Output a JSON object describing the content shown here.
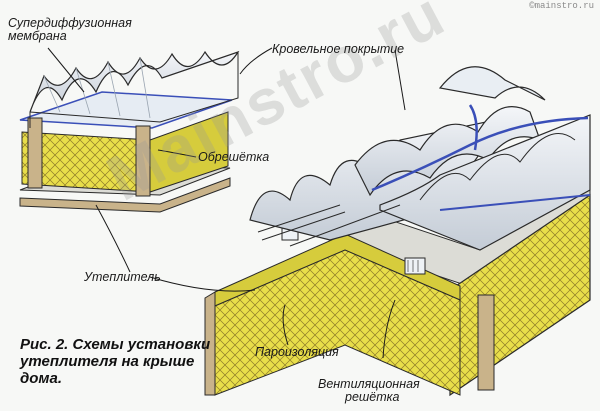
{
  "watermark": {
    "site": "©mainstro.ru",
    "big": "Mainstro.ru"
  },
  "labels": {
    "membrane_line1": "Супердиффузионная",
    "membrane_line2": "мембрана",
    "roofing": "Кровельное покрытие",
    "batten": "Обрешётка",
    "insulation": "Утеплитель",
    "vapor_barrier": "Пароизоляция",
    "vent_line1": "Вентиляционная",
    "vent_line2": "решётка"
  },
  "caption": {
    "line1": "Рис. 2. Схемы установки",
    "line2": "утеплителя на крыше",
    "line3": "дома."
  },
  "colors": {
    "insulation": "#e8de4a",
    "sheet": "#eef2f6",
    "sheet_shade": "#b9c3cf",
    "membrane": "#3a4fb8",
    "timber": "#c9b38a",
    "outline": "#2a2a2a"
  }
}
